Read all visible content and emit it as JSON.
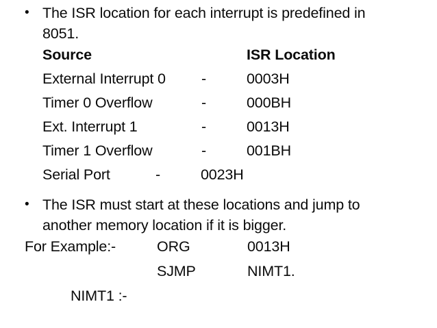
{
  "slide": {
    "bullets": [
      {
        "marker": "•",
        "line1": "The ISR location for each interrupt is predefined in",
        "line2": "8051."
      },
      {
        "marker": "•",
        "line1": "The ISR must start at these locations and jump to",
        "line2": "another memory location if it is bigger."
      }
    ],
    "table": {
      "header": {
        "source": "Source",
        "isr_location": "ISR Location"
      },
      "separator": "-",
      "rows": [
        {
          "source": "External Interrupt 0",
          "separator": "-",
          "isr_location": "0003H"
        },
        {
          "source": "Timer 0 Overflow",
          "separator": "-",
          "isr_location": "000BH"
        },
        {
          "source": "Ext. Interrupt 1",
          "separator": "-",
          "isr_location": "0013H"
        },
        {
          "source": "Timer 1 Overflow",
          "separator": "-",
          "isr_location": "001BH"
        },
        {
          "source": "Serial Port",
          "separator": "-",
          "isr_location": "0023H"
        }
      ]
    },
    "example": {
      "label": "For Example:-",
      "instructions": [
        {
          "mnemonic": "ORG",
          "operand": "0013H"
        },
        {
          "mnemonic": "SJMP",
          "operand": "NIMT1."
        }
      ],
      "label_definition": "NIMT1 :-"
    }
  }
}
